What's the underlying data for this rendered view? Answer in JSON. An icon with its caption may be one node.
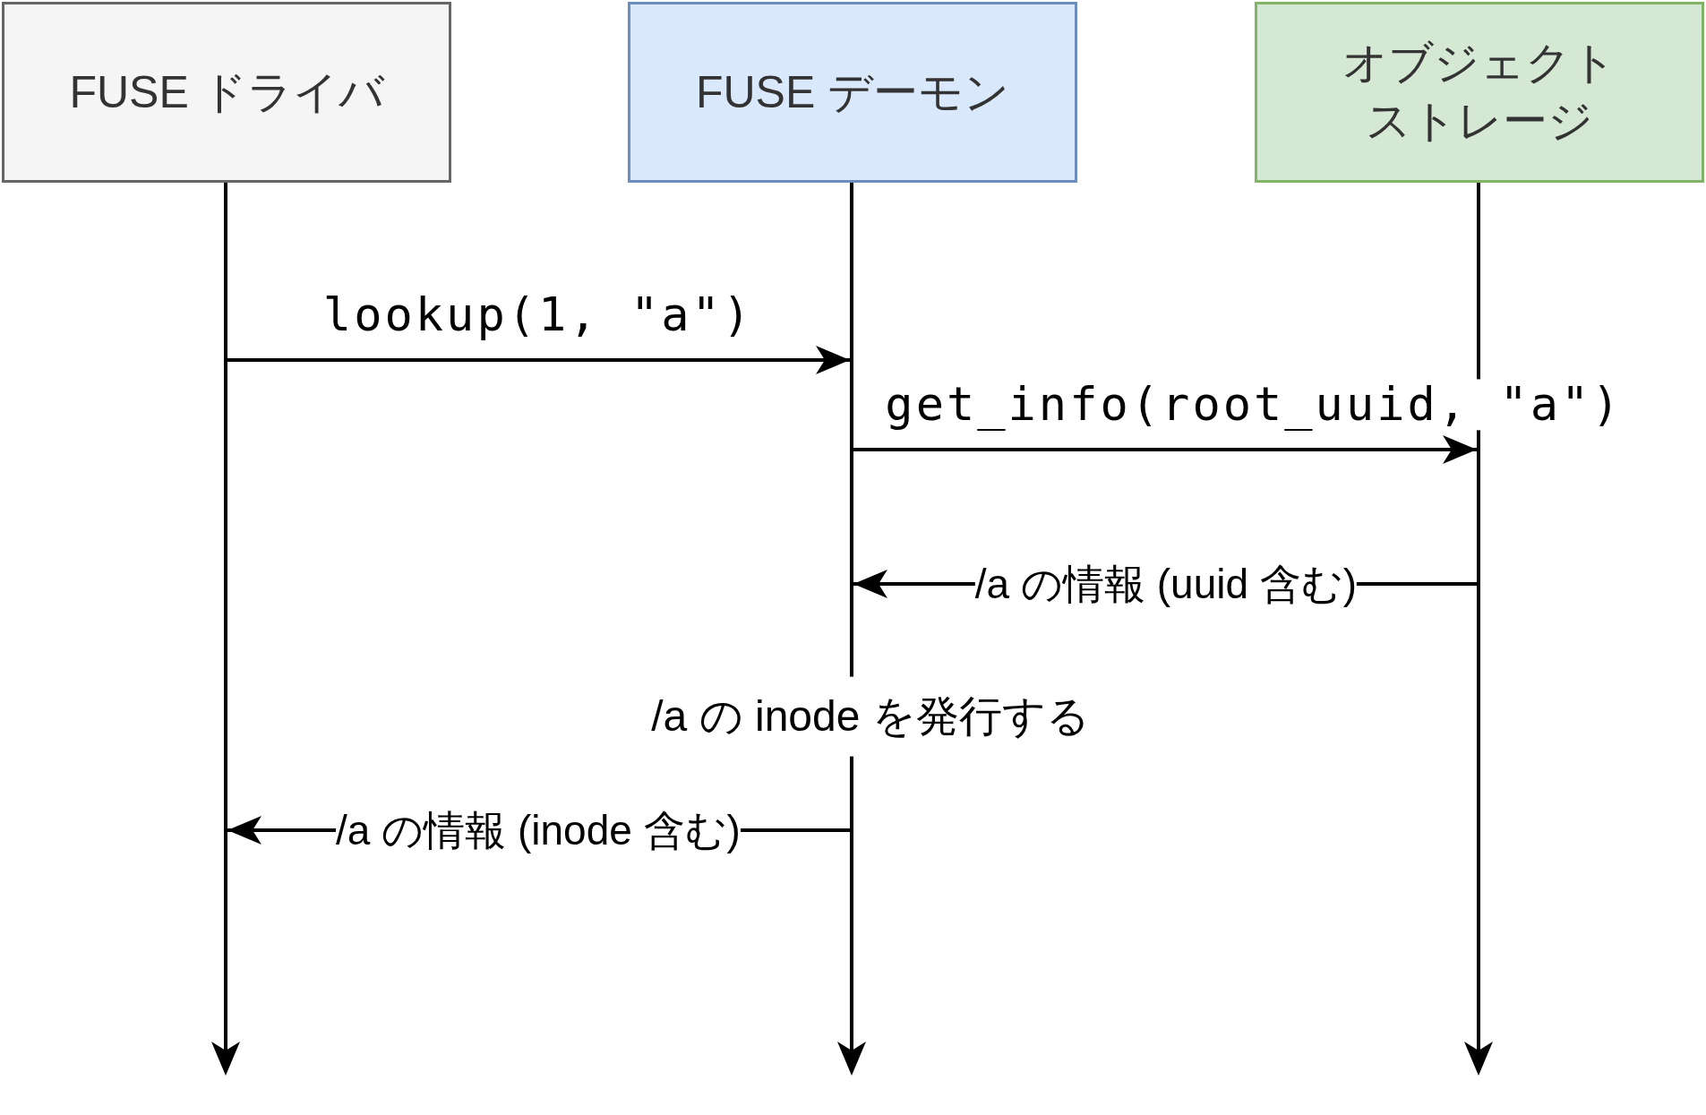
{
  "diagram": {
    "nodes": [
      {
        "text": [
          "FUSE ドライバ"
        ]
      },
      {
        "text": [
          "FUSE デーモン"
        ]
      },
      {
        "text": [
          "オブジェクトストレージ"
        ]
      },
      {
        "text": [],
        "shape": "bar"
      },
      {
        "text": [],
        "shape": "bar"
      },
      {
        "text": [],
        "shape": "bar"
      }
    ],
    "edges": [
      {
        "from": 3,
        "to": 4,
        "arrow": "to",
        "label": "lookup(1, \"a\")"
      },
      {
        "from": 4,
        "to": 5,
        "arrow": "to",
        "label": "get_info(root_uuid, \"a\")"
      },
      {
        "from": 5,
        "to": 4,
        "arrow": "to",
        "label": "/a の情報 (uuid 含む)"
      },
      {
        "from": 4,
        "to": 3,
        "arrow": "to",
        "label": "/a の情報 (inode 含む)"
      }
    ],
    "labels": [
      "/a の inode を発行する"
    ]
  }
}
